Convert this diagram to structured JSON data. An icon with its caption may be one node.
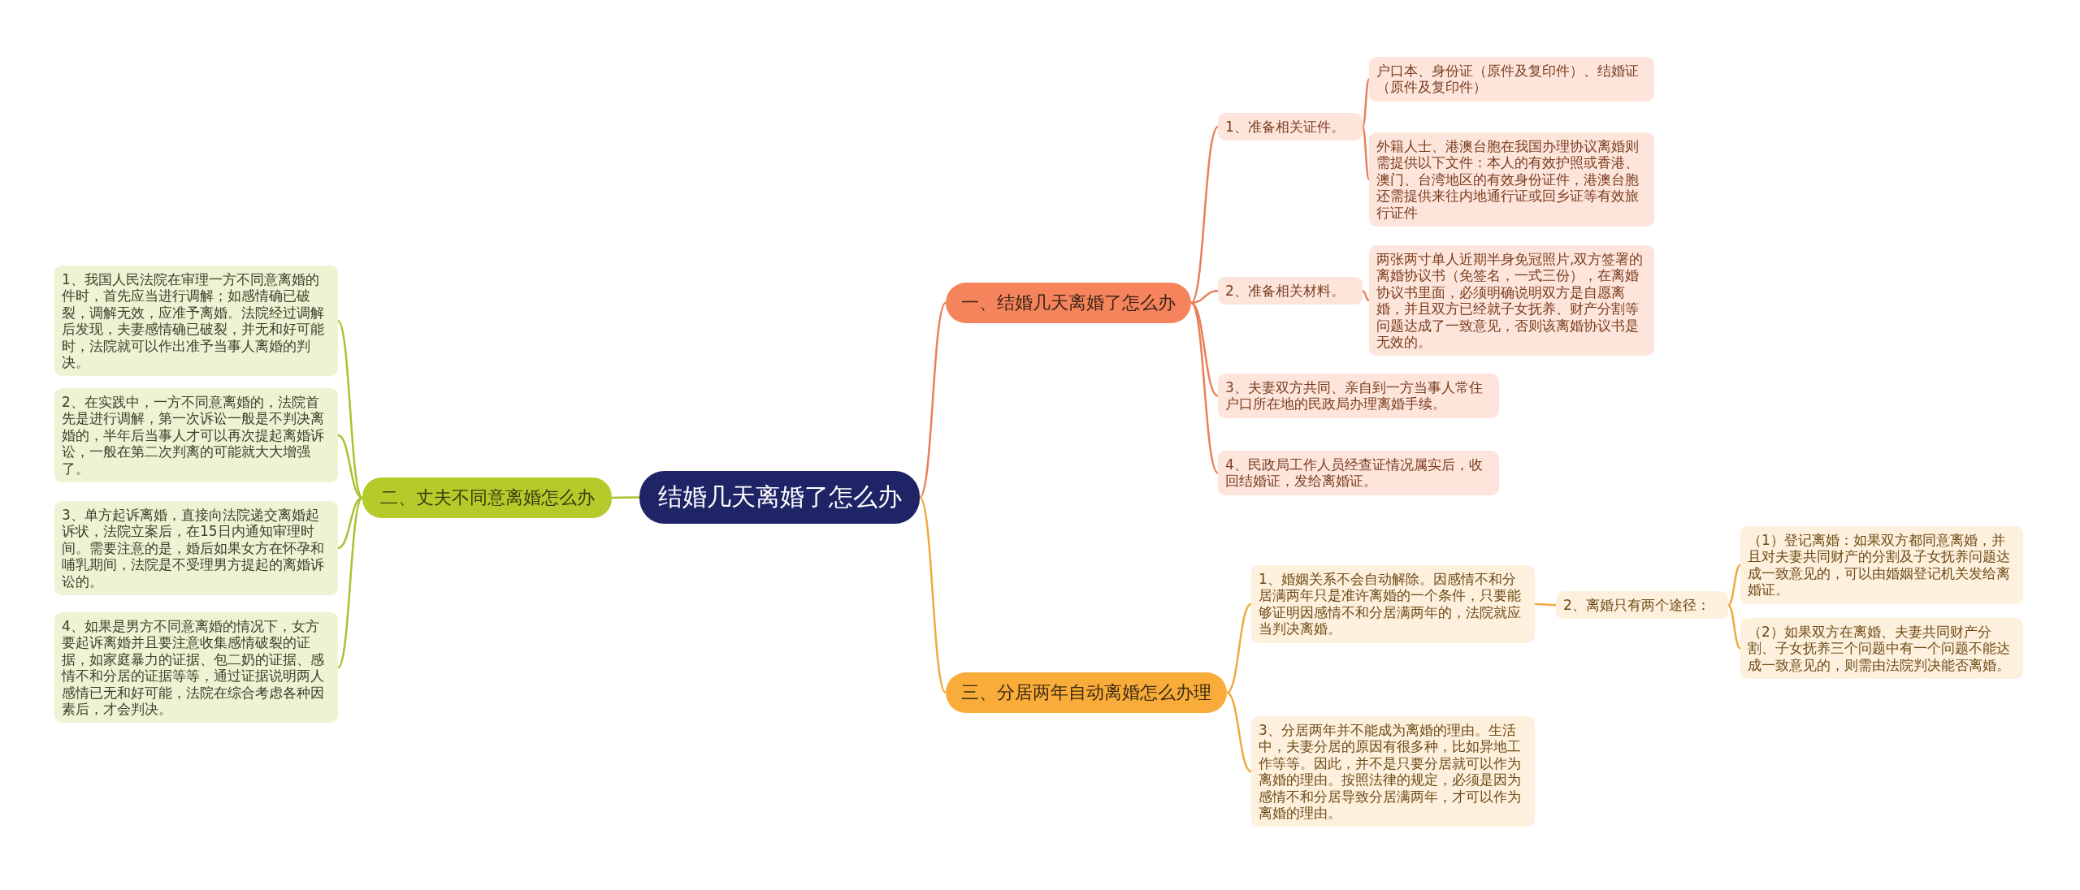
{
  "diagram": {
    "nodes": [
      {
        "text": [
          "结婚几天离婚了怎么办"
        ]
      },
      {
        "text": [
          "一、结婚几天离婚了怎么办"
        ]
      },
      {
        "text": [
          "1、准备相关证件。"
        ]
      },
      {
        "text": [
          "户口本、身份证（原件及复印件）、结婚证（原件及复印件）"
        ]
      },
      {
        "text": [
          "外籍人士、港澳台胞在我国办理协议离婚则需提供以下文件：本人的有效护照或香港、澳门、台湾地区的有效身份证件，港澳台胞还需提供来往内地通行证或回乡证等有效旅行证件"
        ]
      },
      {
        "text": [
          "2、准备相关材料。"
        ]
      },
      {
        "text": [
          "两张两寸单人近期半身免冠照片,双方签署的离婚协议书（免签名，一式三份），在离婚协议书里面，必须明确说明双方是自愿离婚，并且双方已经就子女抚养、财产分割等问题达成了一致意见，否则该离婚协议书是无效的。"
        ]
      },
      {
        "text": [
          "3、夫妻双方共同、亲自到一方当事人常住户口所在地的民政局办理离婚手续。"
        ]
      },
      {
        "text": [
          "4、民政局工作人员经查证情况属实后，收回结婚证，发给离婚证。"
        ]
      },
      {
        "text": [
          "三、分居两年自动离婚怎么办理"
        ]
      },
      {
        "text": [
          "1、婚姻关系不会自动解除。因感情不和分居满两年只是准许离婚的一个条件，只要能够证明因感情不和分居满两年的，法院就应当判决离婚。"
        ]
      },
      {
        "text": [
          "2、离婚只有两个途径："
        ]
      },
      {
        "text": [
          "（1）登记离婚：如果双方都同意离婚，并且对夫妻共同财产的分割及子女抚养问题达成一致意见的，可以由婚姻登记机关发给离婚证。"
        ]
      },
      {
        "text": [
          "（2）如果双方在离婚、夫妻共同财产分割、子女抚养三个问题中有一个问题不能达成一致意见的，则需由法院判决能否离婚。"
        ]
      },
      {
        "text": [
          "3、分居两年并不能成为离婚的理由。生活中，夫妻分居的原因有很多种，比如异地工作等等。因此，并不是只要分居就可以作为离婚的理由。按照法律的规定，必须是因为感情不和分居导致分居满两年，才可以作为离婚的理由。"
        ]
      },
      {
        "text": [
          "二、丈夫不同意离婚怎么办"
        ]
      },
      {
        "text": [
          "1、我国人民法院在审理一方不同意离婚的件时，首先应当进行调解；如感情确已破裂，调解无效，应准予离婚。法院经过调解后发现，夫妻感情确已破裂，并无和好可能时，法院就可以作出准予当事人离婚的判决。"
        ]
      },
      {
        "text": [
          "2、在实践中，一方不同意离婚的，法院首先是进行调解，第一次诉讼一般是不判决离婚的，半年后当事人才可以再次提起离婚诉讼，一般在第二次判离的可能就大大增强了。"
        ]
      },
      {
        "text": [
          "3、单方起诉离婚，直接向法院递交离婚起诉状，法院立案后，在15日内通知审理时间。需要注意的是，婚后如果女方在怀孕和哺乳期间，法院是不受理男方提起的离婚诉讼的。"
        ]
      },
      {
        "text": [
          "4、如果是男方不同意离婚的情况下，女方要起诉离婚并且要注意收集感情破裂的证据，如家庭暴力的证据、包二奶的证据、感情不和分居的证据等等，通过证据说明两人感情已无和好可能，法院在综合考虑各种因素后，才会判决。"
        ]
      }
    ],
    "edges": [
      {
        "from": 0,
        "to": 1,
        "arrow": "none"
      },
      {
        "from": 1,
        "to": 2,
        "arrow": "none"
      },
      {
        "from": 2,
        "to": 3,
        "arrow": "none"
      },
      {
        "from": 2,
        "to": 4,
        "arrow": "none"
      },
      {
        "from": 1,
        "to": 5,
        "arrow": "none"
      },
      {
        "from": 5,
        "to": 6,
        "arrow": "none"
      },
      {
        "from": 1,
        "to": 7,
        "arrow": "none"
      },
      {
        "from": 1,
        "to": 8,
        "arrow": "none"
      },
      {
        "from": 0,
        "to": 9,
        "arrow": "none",
        "color": "#f0a93c"
      },
      {
        "from": 9,
        "to": 10,
        "arrow": "none",
        "color": "#f0a93c"
      },
      {
        "from": 10,
        "to": 11,
        "arrow": "none",
        "color": "#f0a93c"
      },
      {
        "from": 11,
        "to": 12,
        "arrow": "none",
        "color": "#f0a93c"
      },
      {
        "from": 11,
        "to": 13,
        "arrow": "none",
        "color": "#f0a93c"
      },
      {
        "from": 9,
        "to": 14,
        "arrow": "none",
        "color": "#f0a93c"
      },
      {
        "from": 0,
        "to": 15,
        "arrow": "none",
        "color": "#a9c22f"
      },
      {
        "from": 15,
        "to": 16,
        "arrow": "none",
        "color": "#a9c22f"
      },
      {
        "from": 15,
        "to": 17,
        "arrow": "none",
        "color": "#a9c22f"
      },
      {
        "from": 15,
        "to": 18,
        "arrow": "none",
        "color": "#a9c22f"
      },
      {
        "from": 15,
        "to": 19,
        "arrow": "none",
        "color": "#a9c22f"
      }
    ]
  }
}
